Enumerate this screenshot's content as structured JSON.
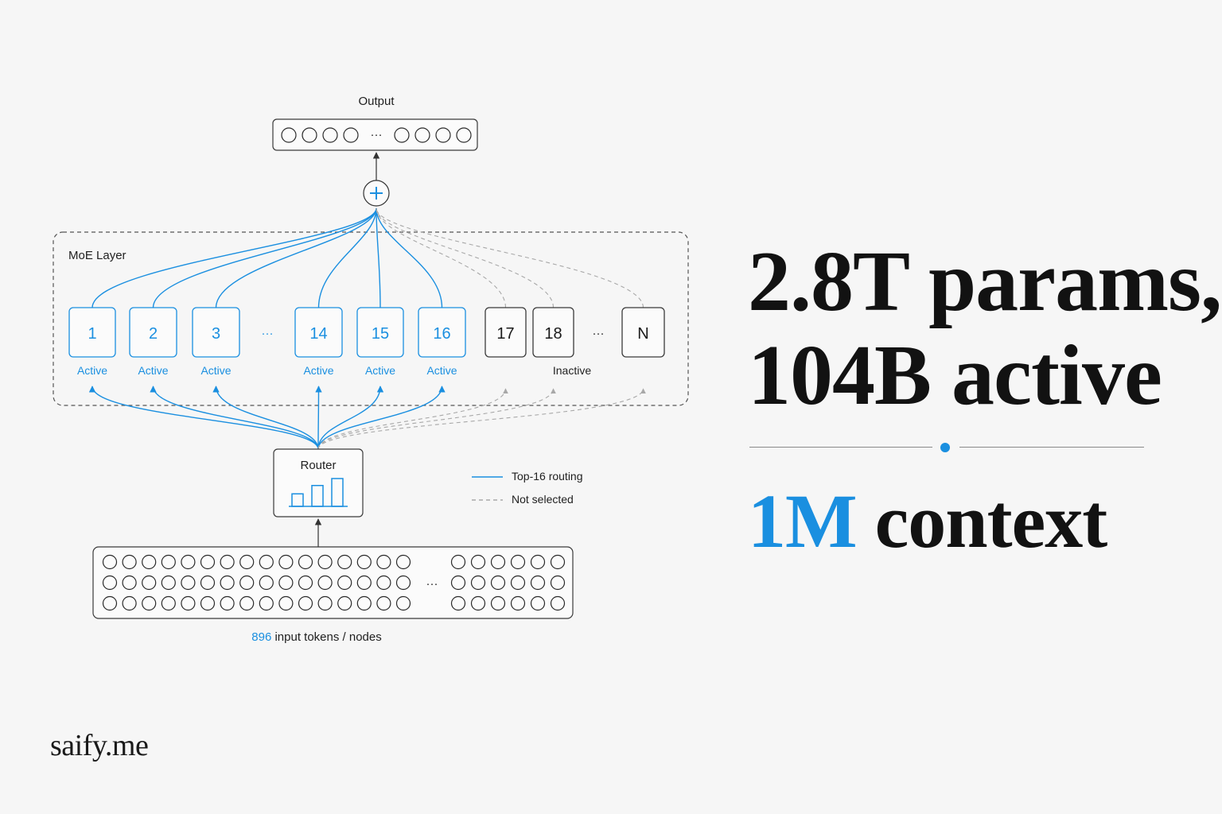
{
  "diagram": {
    "output_label": "Output",
    "moe_layer_label": "MoE Layer",
    "router_label": "Router",
    "ellipsis": "···",
    "experts": [
      {
        "label": "1",
        "status": "Active",
        "active": true
      },
      {
        "label": "2",
        "status": "Active",
        "active": true
      },
      {
        "label": "3",
        "status": "Active",
        "active": true
      },
      {
        "label": "14",
        "status": "Active",
        "active": true
      },
      {
        "label": "15",
        "status": "Active",
        "active": true
      },
      {
        "label": "16",
        "status": "Active",
        "active": true
      },
      {
        "label": "17",
        "status": "",
        "active": false
      },
      {
        "label": "18",
        "status": "",
        "active": false
      },
      {
        "label": "N",
        "status": "",
        "active": false
      }
    ],
    "inactive_label": "Inactive",
    "legend": {
      "routing": "Top-16 routing",
      "not_selected": "Not selected"
    },
    "input_count": "896",
    "input_label": " input tokens / nodes",
    "router_bar_levels": [
      0.45,
      0.75,
      1.0
    ]
  },
  "headline": {
    "params": "2.8T params,",
    "active": "104B active",
    "context_accent": "1M",
    "context_rest": " context"
  },
  "brand": "saify.me",
  "colors": {
    "accent": "#1a8fe0",
    "ink": "#1a1a1a",
    "inactive_line": "#a8a8a8",
    "background": "#f6f6f6"
  }
}
